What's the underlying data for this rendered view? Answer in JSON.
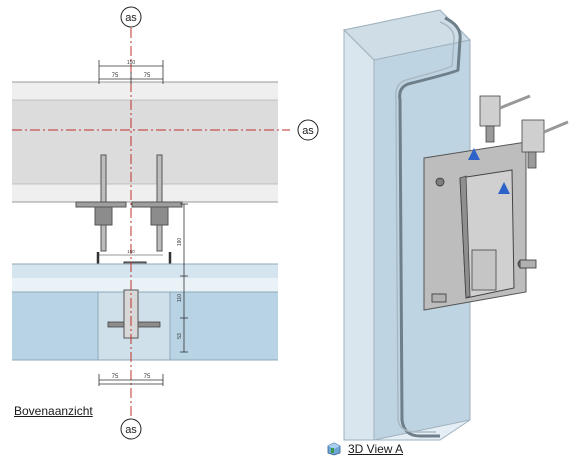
{
  "plan_view": {
    "title": "Bovenaanzicht",
    "axis_marker": "as",
    "dim_top_total": "150",
    "dim_top_left": "75",
    "dim_top_right": "75",
    "dim_bottom_left": "75",
    "dim_bottom_right": "75",
    "dim_mid": "150",
    "dim_vertical_1": "190",
    "dim_vertical_2": "110",
    "dim_vertical_3": "53"
  },
  "view_3d": {
    "caption": "3D View A",
    "icon": "3d-view-icon"
  },
  "colors": {
    "wall_gray": "#e6e6e6",
    "glass_blue": "#b7d3e4",
    "axis_red": "#c0302b",
    "metal": "#c9c9c9"
  }
}
